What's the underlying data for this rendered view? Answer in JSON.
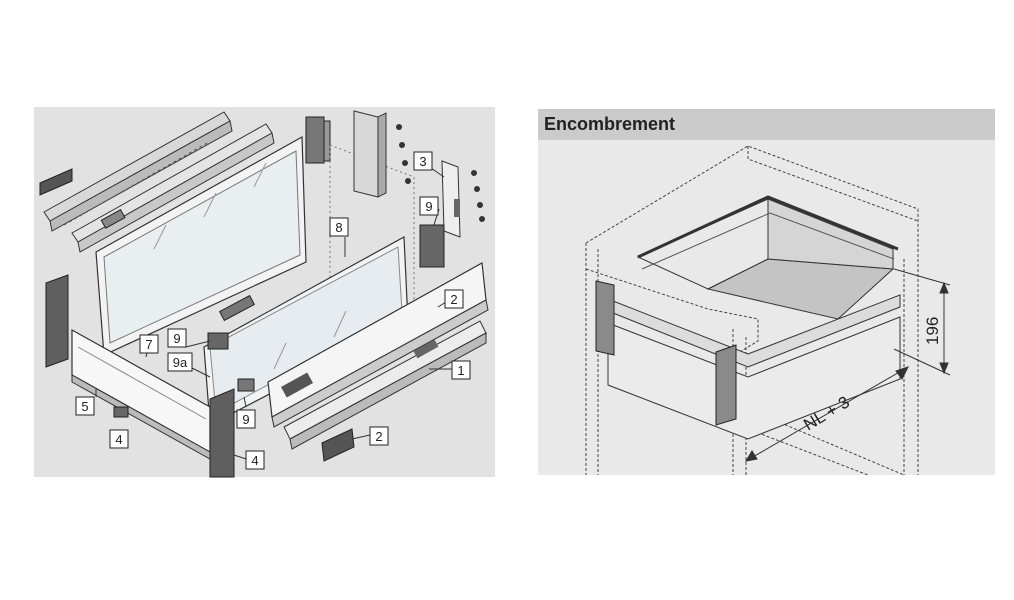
{
  "exploded_view": {
    "callouts": [
      "1",
      "2",
      "2",
      "3",
      "4",
      "4",
      "5",
      "7",
      "8",
      "9",
      "9",
      "9",
      "9a"
    ]
  },
  "clearance_view": {
    "title": "Encombrement",
    "dim_height": "196",
    "dim_width": "NL + 3"
  }
}
